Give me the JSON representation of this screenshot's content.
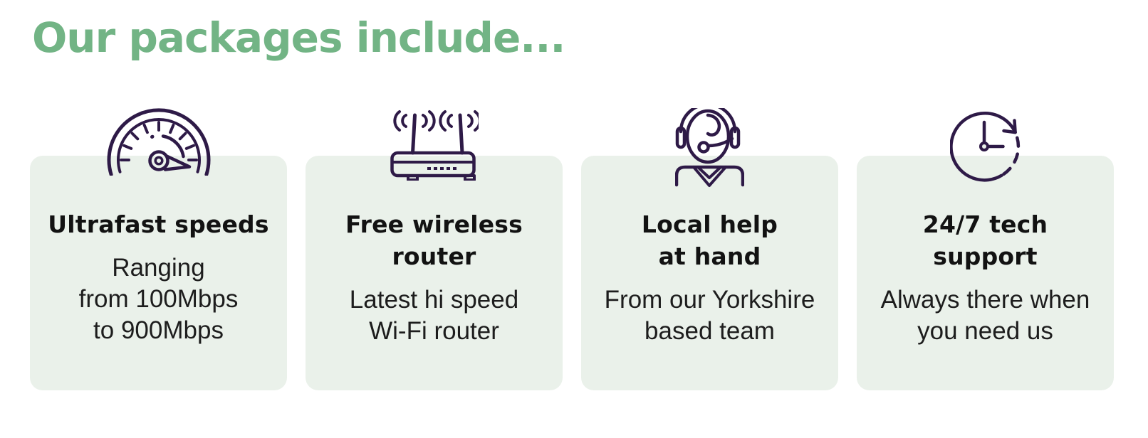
{
  "heading": {
    "text": "Our packages include..."
  },
  "colors": {
    "page_background": "#ffffff",
    "heading_green": "#72b485",
    "icon_purple": "#2e1a47",
    "card_background": "#eaf1ea",
    "title_text": "#121212",
    "body_text": "#1d1d1d"
  },
  "cards": [
    {
      "icon": "speedometer-icon",
      "title_lines": [
        "Ultrafast speeds"
      ],
      "body_lines": [
        "Ranging",
        "from 100Mbps",
        "to 900Mbps"
      ]
    },
    {
      "icon": "wireless-router-icon",
      "title_lines": [
        "Free wireless",
        "router"
      ],
      "body_lines": [
        "Latest hi speed",
        "Wi-Fi router"
      ]
    },
    {
      "icon": "headset-agent-icon",
      "title_lines": [
        "Local help",
        "at hand"
      ],
      "body_lines": [
        "From our Yorkshire",
        "based team"
      ]
    },
    {
      "icon": "24-7-clock-icon",
      "title_lines": [
        "24/7 tech",
        "support"
      ],
      "body_lines": [
        "Always there when",
        "you need us"
      ]
    }
  ]
}
